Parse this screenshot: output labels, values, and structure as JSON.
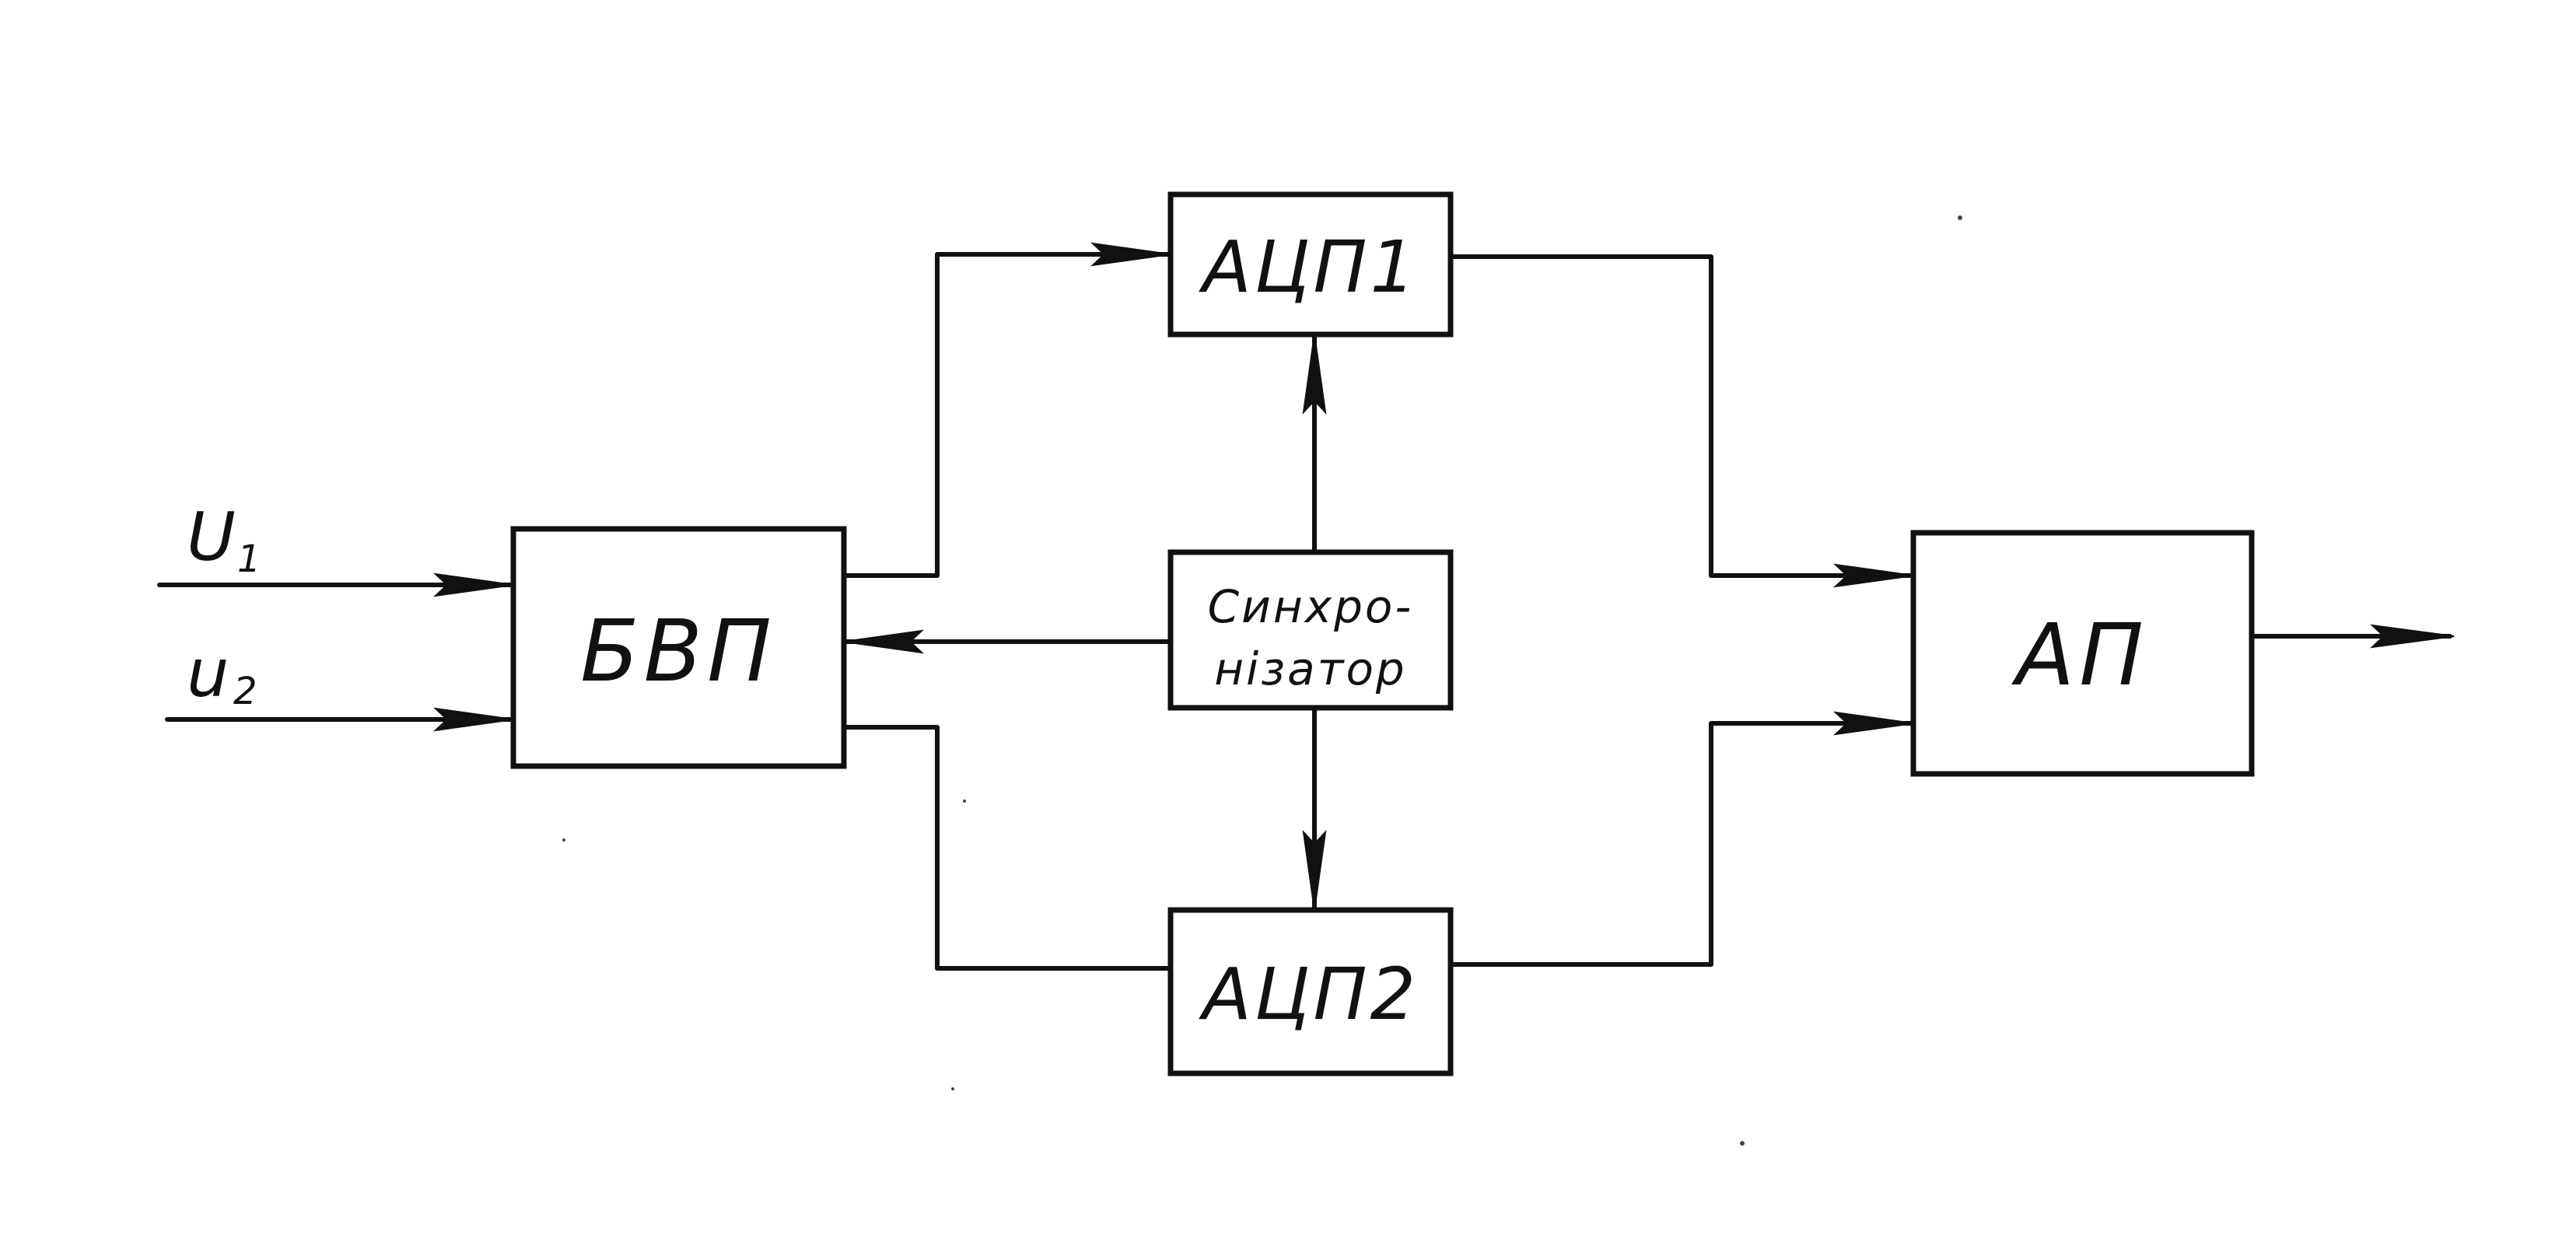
{
  "blocks": {
    "bvp": "БВП",
    "adc1": "АЦП1",
    "adc2": "АЦП2",
    "sync_line1": "Синхро-",
    "sync_line2": "нізатор",
    "ap": "АП"
  },
  "inputs": {
    "u1_main": "U",
    "u1_sub": "1",
    "u2_main": "u",
    "u2_sub": "2"
  },
  "colors": {
    "ink": "#111111",
    "paper": "#ffffff"
  }
}
